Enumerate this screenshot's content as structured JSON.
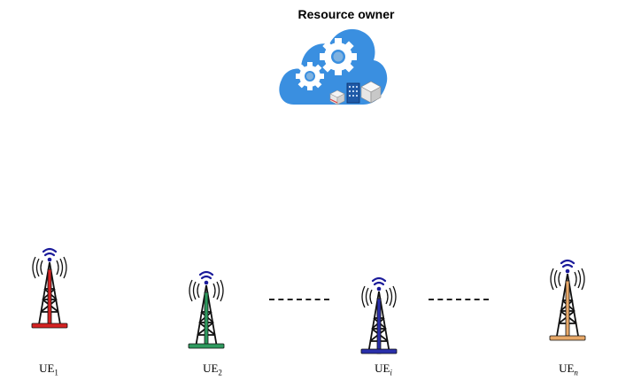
{
  "title": "Resource owner",
  "towers": [
    {
      "label_main": "UE",
      "label_sub": "1",
      "label_sub_italic": false,
      "color": "#d42222"
    },
    {
      "label_main": "UE",
      "label_sub": "2",
      "label_sub_italic": false,
      "color": "#2e9a5e"
    },
    {
      "label_main": "UE",
      "label_sub": "i",
      "label_sub_italic": true,
      "color": "#2a2faa"
    },
    {
      "label_main": "UE",
      "label_sub": "n",
      "label_sub_italic": true,
      "color": "#e8a868"
    }
  ],
  "colors": {
    "cloud": "#3a8fe0",
    "cloud_light": "#5aa8f0",
    "signal": "#1a1a9a",
    "mast": "#111111"
  },
  "icons": [
    "cloud-icon",
    "gear-icon",
    "building-icon",
    "server-box-icon",
    "tower-icon",
    "signal-icon"
  ]
}
